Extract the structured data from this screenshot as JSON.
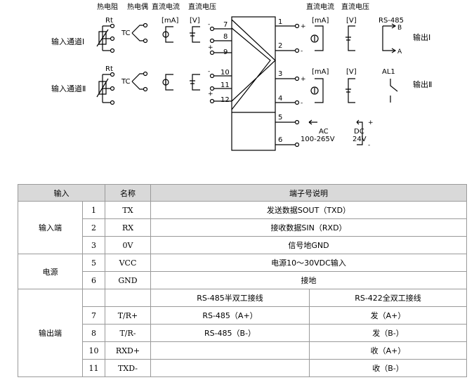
{
  "diagram": {
    "top_labels": [
      "热电阻",
      "热电偶",
      "直流电流",
      "直流电压"
    ],
    "rt_label": "Rt",
    "tc_label": "TC",
    "ma_label": "[mA]",
    "v_label": "[V]",
    "input_channel_1": "输入通道Ⅰ",
    "input_channel_2": "输入通道Ⅱ",
    "left_terminals": [
      "7",
      "8",
      "9",
      "10",
      "11",
      "12"
    ],
    "right_terminals": [
      "1",
      "2",
      "3",
      "4",
      "5",
      "6"
    ],
    "right_top_labels": [
      "直流电流",
      "直流电压"
    ],
    "rs485_label": "RS-485",
    "b_label": "B",
    "a_label": "A",
    "al1_label": "AL1",
    "output_1": "输出Ⅰ",
    "output_2": "输出Ⅱ",
    "ac_label": "AC",
    "ac_range": "100-265V",
    "dc_label": "DC",
    "dc_value": "24V",
    "plus": "+",
    "minus": "-"
  },
  "table": {
    "headers": [
      "输入",
      "名称",
      "端子号说明"
    ],
    "group_input": "输入端",
    "group_power": "电源",
    "group_output": "输出端",
    "rows": [
      {
        "no": "1",
        "name": "TX",
        "desc": "发送数据SOUT（TXD）"
      },
      {
        "no": "2",
        "name": "RX",
        "desc": "接收数据SIN（RXD）"
      },
      {
        "no": "3",
        "name": "0V",
        "desc": "信号地GND"
      },
      {
        "no": "5",
        "name": "VCC",
        "desc": "电源10～30VDC输入"
      },
      {
        "no": "6",
        "name": "GND",
        "desc": "接地"
      }
    ],
    "output_sub_headers": [
      "RS-485半双工接线",
      "RS-422全双工接线"
    ],
    "output_rows": [
      {
        "no": "7",
        "name": "T/R+",
        "rs485": "RS-485（A+）",
        "rs422": "发（A+）"
      },
      {
        "no": "8",
        "name": "T/R-",
        "rs485": "RS-485（B-）",
        "rs422": "发（B-）"
      },
      {
        "no": "10",
        "name": "RXD+",
        "rs485": "",
        "rs422": "收（A+）"
      },
      {
        "no": "11",
        "name": "TXD-",
        "rs485": "",
        "rs422": "收（B-）"
      }
    ]
  }
}
